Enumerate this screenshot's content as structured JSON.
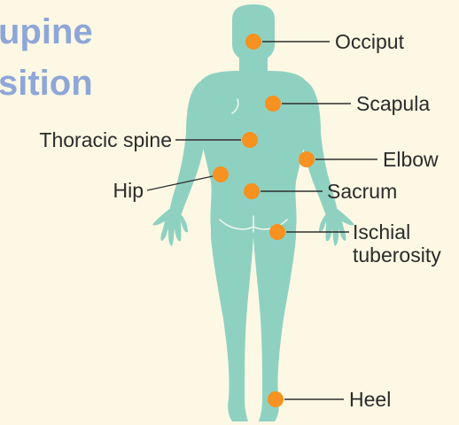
{
  "title": {
    "line1": "upine",
    "line2": "sition"
  },
  "colors": {
    "background": "#fdf8e4",
    "title": "#8ea6d8",
    "body": "#8fd1c1",
    "body_line": "#f4f8f2",
    "marker": "#f79120",
    "leader": "#2f2f2f",
    "text": "#2b2b2b"
  },
  "pressure_points": [
    {
      "id": "occiput",
      "label": "Occiput"
    },
    {
      "id": "scapula",
      "label": "Scapula"
    },
    {
      "id": "thoracic-spine",
      "label": "Thoracic spine"
    },
    {
      "id": "elbow",
      "label": "Elbow"
    },
    {
      "id": "hip",
      "label": "Hip"
    },
    {
      "id": "sacrum",
      "label": "Sacrum"
    },
    {
      "id": "ischial-tuberosity",
      "label": "Ischial\ntuberosity"
    },
    {
      "id": "heel",
      "label": "Heel"
    }
  ]
}
